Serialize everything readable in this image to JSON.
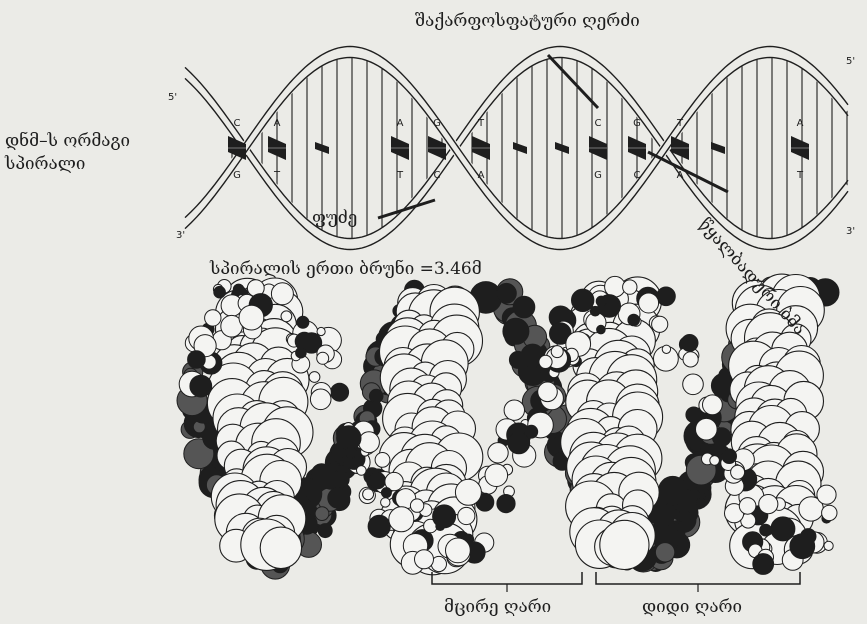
{
  "figure": {
    "title_line1": "დნმ–ს ორმაგი",
    "title_line2": "სპირალი",
    "backbone_label": "შაქარფოსფატური ღერძი",
    "base_label": "ფუძე",
    "hbond_label": "წყალბადური ბმა",
    "turn_label": "სპირალის ერთი ბრუნი =3.46მ",
    "minor_groove_label": "მცირე ღარი",
    "major_groove_label": "დიდი ღარი",
    "end_5_left": "5'",
    "end_3_left": "3'",
    "end_5_right": "5'",
    "end_3_right": "3'"
  },
  "base_pairs": [
    {
      "top": "C",
      "bottom": "G"
    },
    {
      "top": "A",
      "bottom": "T"
    },
    {
      "top": "A",
      "bottom": "T"
    },
    {
      "top": "G",
      "bottom": "C"
    },
    {
      "top": "T",
      "bottom": "A"
    },
    {
      "top": "C",
      "bottom": "G"
    },
    {
      "top": "G",
      "bottom": "C"
    },
    {
      "top": "T",
      "bottom": "A"
    },
    {
      "top": "A",
      "bottom": "T"
    }
  ],
  "colors": {
    "ink": "#1e1e1e",
    "paper": "#ebebe7",
    "atom_fill": "#f4f4f2"
  }
}
